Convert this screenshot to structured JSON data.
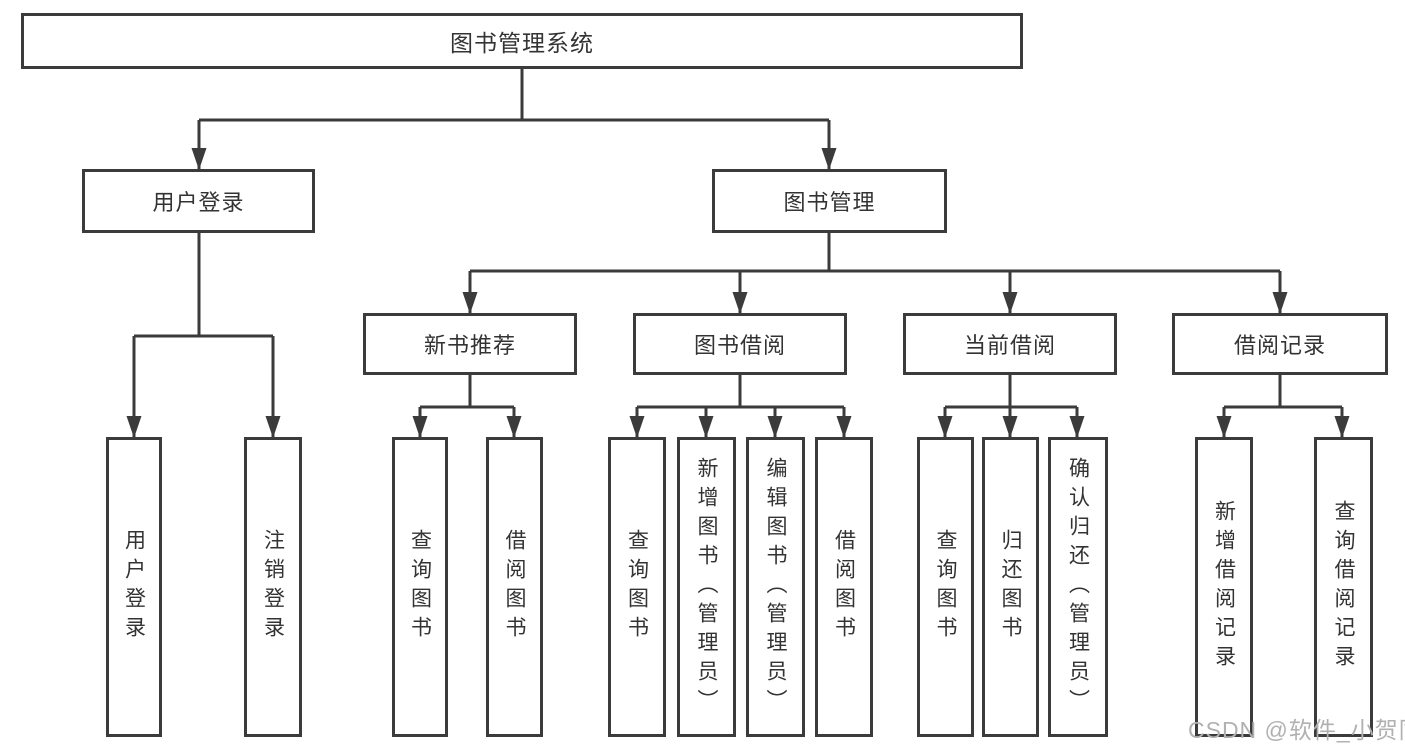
{
  "diagram_type": "hierarchy-tree",
  "colors": {
    "line": "#3b3b3b",
    "text": "#333333",
    "background": "#ffffff",
    "watermark": "#b2b1b1"
  },
  "tree": {
    "label": "图书管理系统",
    "children": [
      {
        "label": "用户登录",
        "children": [
          {
            "label": "用户登录"
          },
          {
            "label": "注销登录"
          }
        ]
      },
      {
        "label": "图书管理",
        "children": [
          {
            "label": "新书推荐",
            "children": [
              {
                "label": "查询图书"
              },
              {
                "label": "借阅图书"
              }
            ]
          },
          {
            "label": "图书借阅",
            "children": [
              {
                "label": "查询图书"
              },
              {
                "label": "新增图书（管理员）"
              },
              {
                "label": "编辑图书（管理员）"
              },
              {
                "label": "借阅图书"
              }
            ]
          },
          {
            "label": "当前借阅",
            "children": [
              {
                "label": "查询图书"
              },
              {
                "label": "归还图书"
              },
              {
                "label": "确认归还（管理员）"
              }
            ]
          },
          {
            "label": "借阅记录",
            "children": [
              {
                "label": "新增借阅记录"
              },
              {
                "label": "查询借阅记录"
              }
            ]
          }
        ]
      }
    ]
  },
  "watermark": {
    "text": "CSDN @软件_小贺同学"
  }
}
